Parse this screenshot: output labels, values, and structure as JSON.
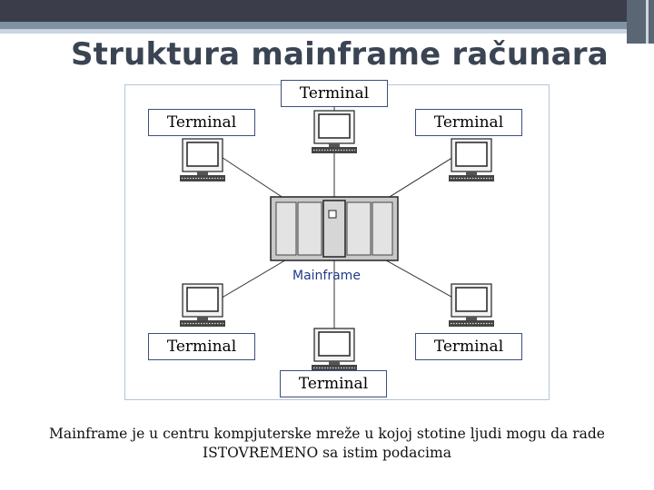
{
  "slide": {
    "title": "Struktura mainframe računara",
    "caption_line1": "Mainframe je u centru kompjuterske mreže u kojoj stotine ljudi mogu da rade",
    "caption_line2": "ISTOVREMENO sa istim podacima"
  },
  "diagram": {
    "center_label": "Mainframe",
    "terminal_labels": [
      "Terminal",
      "Terminal",
      "Terminal",
      "Terminal",
      "Terminal",
      "Terminal"
    ],
    "colors": {
      "border": "#3c4f7c",
      "mainframe_text": "#1f3a8a",
      "frame": "#b6c6d4"
    }
  }
}
